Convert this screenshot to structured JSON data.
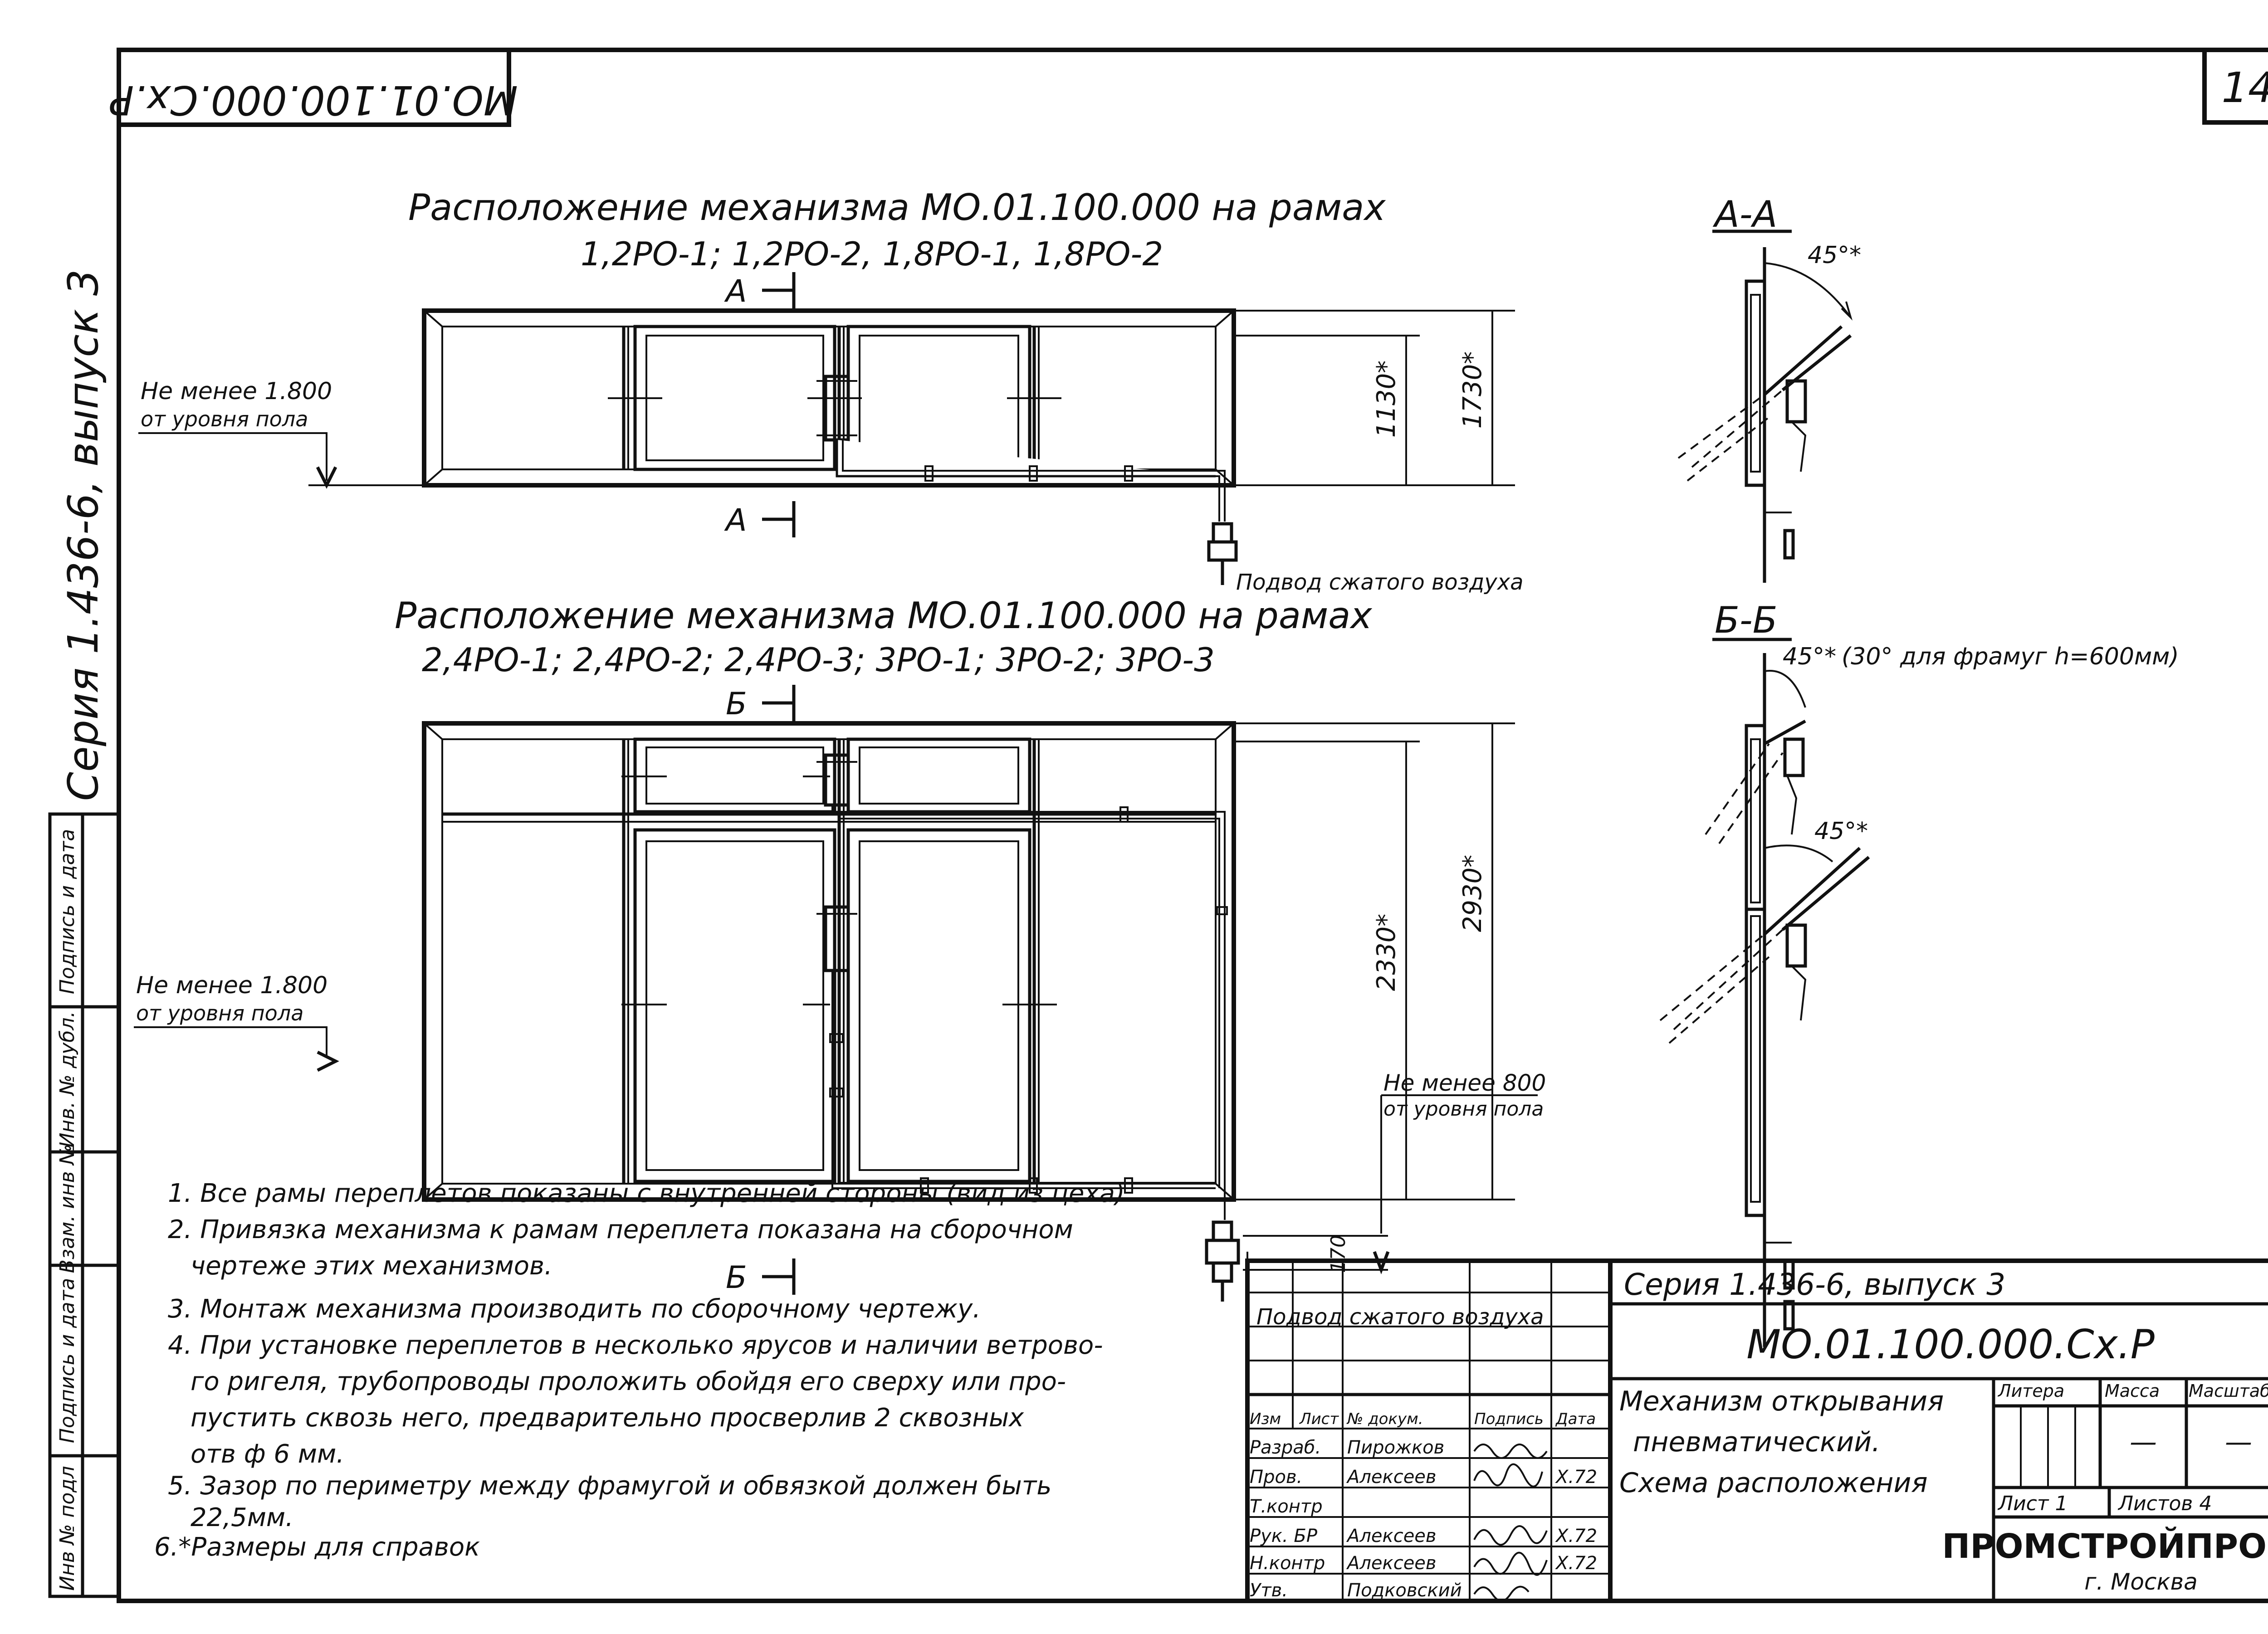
{
  "stamp_top": "МО.01.100.000.Сх.Р",
  "sheet_corner": "14",
  "series_vertical": "Серия 1.436-6, выпуск 3",
  "left_strip": [
    "Инв № подл",
    "Подпись и дата",
    "Взам. инв №",
    "Инв. № дубл.",
    "Подпись и дата"
  ],
  "upper": {
    "title": "Расположение механизма МО.01.100.000 на рамах",
    "frames": "1,2РО-1; 1,2РО-2, 1,8РО-1, 1,8РО-2",
    "section_top": "А",
    "section_bottom": "А",
    "floor_note_1": "Не менее 1.800",
    "floor_note_2": "от уровня пола",
    "dim_1": "1130*",
    "dim_2": "1730*",
    "air_label": "Подвод сжатого воздуха"
  },
  "lower": {
    "title": "Расположение механизма МО.01.100.000 на рамах",
    "frames": "2,4РО-1; 2,4РО-2; 2,4РО-3; 3РО-1; 3РО-2; 3РО-3",
    "section_top": "Б",
    "section_bottom": "Б",
    "floor_note_1": "Не менее 1.800",
    "floor_note_2": "от уровня пола",
    "dim_1": "2330*",
    "dim_2": "2930*",
    "floor_note_3": "Не менее 800",
    "floor_note_4": "от уровня пола",
    "dim_3": "170",
    "air_label": "Подвод сжатого воздуха"
  },
  "section_aa": {
    "title": "А-А",
    "angle": "45°*"
  },
  "section_bb": {
    "title": "Б-Б",
    "angle": "45°*",
    "angle_note": "(30° для фрамуг h=600мм)",
    "angle_2": "45°*"
  },
  "notes": [
    "1. Все рамы переплетов показаны с внутренней стороны (вид из цеха)",
    "2. Привязка механизма к рамам переплета показана на сборочном",
    "чертеже этих механизмов.",
    "3. Монтаж механизма производить по сборочному чертежу.",
    "4. При установке переплетов в несколько ярусов и наличии ветрово-",
    "го ригеля, трубопроводы проложить обойдя его сверху или про-",
    "пустить сквозь него, предварительно просверлив 2 сквозных",
    "отв ф 6 мм.",
    "5. Зазор по периметру между фрамугой и обвязкой должен быть",
    "22,5мм.",
    "6.*Размеры для справок"
  ],
  "title_block": {
    "series": "Серия 1.436-6, выпуск 3",
    "designation": "МО.01.100.000.Сх.Р",
    "name_1": "Механизм открывания",
    "name_2": "пневматический.",
    "name_3": "Схема расположения",
    "col_headers": [
      "Изм",
      "Лист",
      "№ докум.",
      "Подпись",
      "Дата"
    ],
    "rows": [
      {
        "role": "Разраб.",
        "name": "Пирожков",
        "date": ""
      },
      {
        "role": "Пров.",
        "name": "Алексеев",
        "date": "Х.72"
      },
      {
        "role": "Т.контр",
        "name": "",
        "date": ""
      },
      {
        "role": "Рук. БР",
        "name": "Алексеев",
        "date": "Х.72"
      },
      {
        "role": "Н.контр",
        "name": "Алексеев",
        "date": "Х.72"
      },
      {
        "role": "Утв.",
        "name": "Подковский",
        "date": ""
      }
    ],
    "litera": "Литера",
    "massa": "Масса",
    "masshtab": "Масштаб",
    "massa_val": "—",
    "masshtab_val": "—",
    "sheet": "Лист 1",
    "sheets": "Листов 4",
    "org": "ПРОМСТРОЙПРОЕКТ",
    "city": "г. Москва"
  }
}
